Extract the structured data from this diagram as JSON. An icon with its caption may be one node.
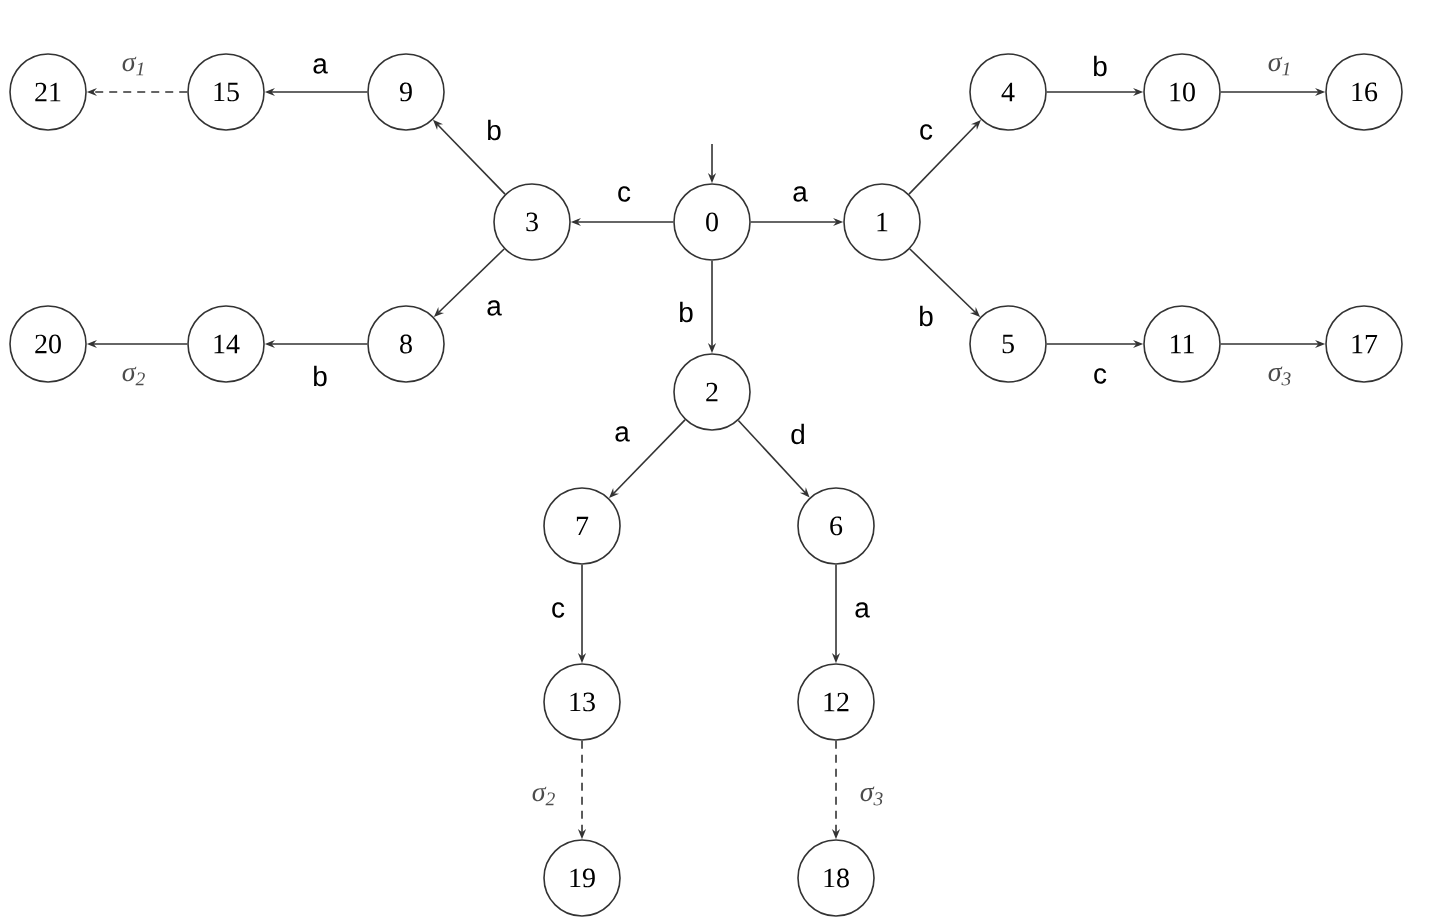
{
  "diagram": {
    "nodes": [
      {
        "text": [
          "0"
        ]
      },
      {
        "text": [
          "1"
        ]
      },
      {
        "text": [
          "2"
        ]
      },
      {
        "text": [
          "3"
        ]
      },
      {
        "text": [
          "4"
        ]
      },
      {
        "text": [
          "5"
        ]
      },
      {
        "text": [
          "6"
        ]
      },
      {
        "text": [
          "7"
        ]
      },
      {
        "text": [
          "8"
        ]
      },
      {
        "text": [
          "9"
        ]
      },
      {
        "text": [
          "10"
        ]
      },
      {
        "text": [
          "11"
        ]
      },
      {
        "text": [
          "12"
        ]
      },
      {
        "text": [
          "13"
        ]
      },
      {
        "text": [
          "14"
        ]
      },
      {
        "text": [
          "15"
        ]
      },
      {
        "text": [
          "16"
        ]
      },
      {
        "text": [
          "17"
        ]
      },
      {
        "text": [
          "18"
        ]
      },
      {
        "text": [
          "19"
        ]
      },
      {
        "text": [
          "20"
        ]
      },
      {
        "text": [
          "21"
        ]
      }
    ],
    "edges": [
      {
        "from": null,
        "to": 0,
        "arrow": "to"
      },
      {
        "from": 0,
        "to": 1,
        "arrow": "to",
        "label": "a"
      },
      {
        "from": 0,
        "to": 3,
        "arrow": "to",
        "label": "c"
      },
      {
        "from": 0,
        "to": 2,
        "arrow": "to",
        "label": "b"
      },
      {
        "from": 1,
        "to": 4,
        "arrow": "to",
        "label": "c"
      },
      {
        "from": 1,
        "to": 5,
        "arrow": "to",
        "label": "b"
      },
      {
        "from": 4,
        "to": 10,
        "arrow": "to",
        "label": "b"
      },
      {
        "from": 10,
        "to": 16,
        "arrow": "to",
        "label": "σ$_{1}$"
      },
      {
        "from": 5,
        "to": 11,
        "arrow": "to",
        "label": "c"
      },
      {
        "from": 11,
        "to": 17,
        "arrow": "to",
        "label": "σ$_{3}$"
      },
      {
        "from": 3,
        "to": 9,
        "arrow": "to",
        "label": "b"
      },
      {
        "from": 3,
        "to": 8,
        "arrow": "to",
        "label": "a"
      },
      {
        "from": 9,
        "to": 15,
        "arrow": "to",
        "label": "a"
      },
      {
        "from": 15,
        "to": 21,
        "arrow": "to",
        "label": "σ$_{1}$",
        "style": "dashed"
      },
      {
        "from": 8,
        "to": 14,
        "arrow": "to",
        "label": "b"
      },
      {
        "from": 14,
        "to": 20,
        "arrow": "to",
        "label": "σ$_{2}$"
      },
      {
        "from": 2,
        "to": 7,
        "arrow": "to",
        "label": "a"
      },
      {
        "from": 2,
        "to": 6,
        "arrow": "to",
        "label": "d"
      },
      {
        "from": 7,
        "to": 13,
        "arrow": "to",
        "label": "c"
      },
      {
        "from": 6,
        "to": 12,
        "arrow": "to",
        "label": "a"
      },
      {
        "from": 13,
        "to": 19,
        "arrow": "to",
        "label": "σ$_{2}$",
        "style": "dashed"
      },
      {
        "from": 12,
        "to": 18,
        "arrow": "to",
        "label": "σ$_{3}$",
        "style": "dashed"
      }
    ]
  }
}
